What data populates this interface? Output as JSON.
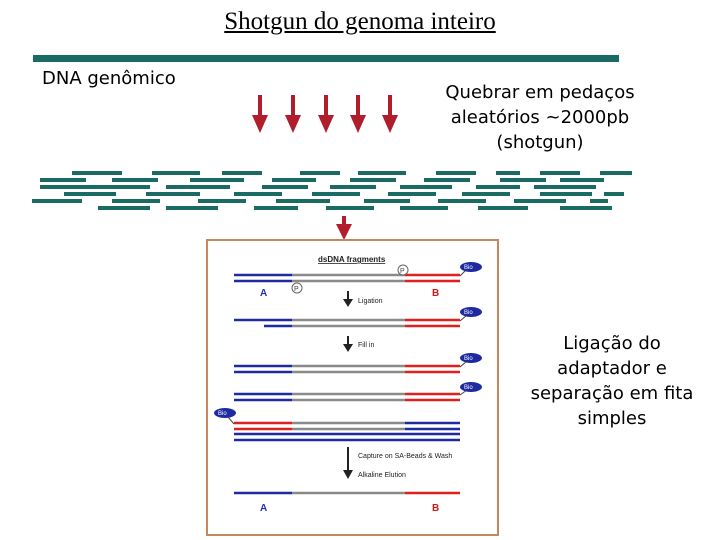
{
  "title": "Shotgun do genoma inteiro",
  "labels": {
    "genomic_dna": "DNA genômico",
    "break_lines": [
      "Quebrar em pedaços",
      "aleatórios ~2000pb",
      "(shotgun)"
    ],
    "ligation_lines": [
      "Ligação do",
      "adaptador e",
      "separação em fita",
      "simples"
    ]
  },
  "figure": {
    "fragments_title": "dsDNA fragments",
    "step_ligation": "Ligation",
    "step_fill_in": "Fill in",
    "step_capture": "Capture on SA-Beads & Wash",
    "step_elution": "Alkaline Elution",
    "adaptor_a": "A",
    "adaptor_b": "B",
    "phosphate": "P",
    "biotin": "Bio"
  },
  "colors": {
    "dna": "#1a6b63",
    "arrow": "#b01e2e",
    "frame": "#c8875a",
    "grey_strand": "#8a8a8a",
    "blue_strand": "#1e2aa0",
    "red_strand": "#e0201e",
    "adaptor_a_text": "#2233aa",
    "adaptor_b_text": "#cc1a1a"
  }
}
